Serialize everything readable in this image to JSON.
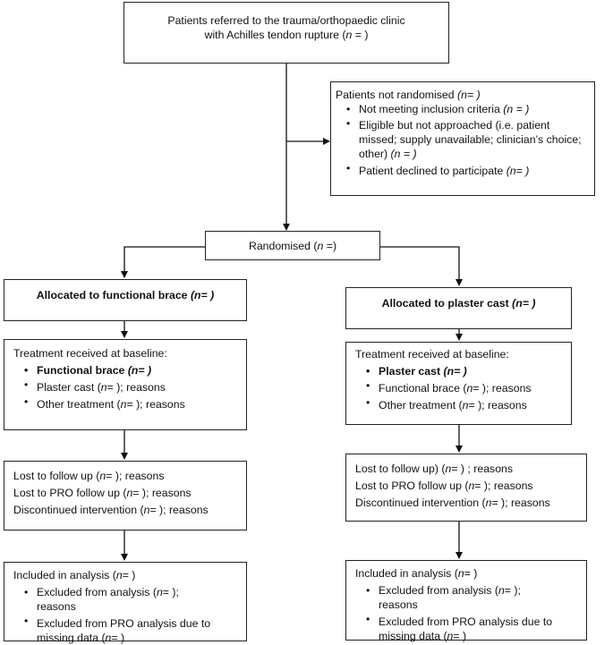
{
  "referred": {
    "line1": "Patients referred to the trauma/orthopaedic clinic",
    "line2_pre": "with Achilles tendon rupture (",
    "line2_n": "n",
    "line2_post": " = )"
  },
  "not_randomised": {
    "title_pre": "Patients not randomised ",
    "title_n": "(n= )",
    "items": [
      {
        "text": "Not meeting inclusion criteria ",
        "n": "(n = )"
      },
      {
        "text": "Eligible but not approached (i.e. patient missed; supply unavailable; clinician’s choice; other) ",
        "n": "(n = )"
      },
      {
        "text": "Patient declined to participate ",
        "n": "(n= )"
      }
    ]
  },
  "randomised": {
    "pre": "Randomised (",
    "n": "n",
    "post": " =)"
  },
  "left": {
    "allocated_pre": "Allocated to functional brace ",
    "allocated_n": "(n= )",
    "treatment_title": "Treatment received at baseline:",
    "treatment": [
      {
        "pre": "Functional brace ",
        "n": "(n= )",
        "post": ""
      },
      {
        "pre": "Plaster cast (",
        "n": "n",
        "post": "= ); reasons"
      },
      {
        "pre": "Other treatment (",
        "n": "n",
        "post": "= ); reasons"
      }
    ],
    "followup": [
      {
        "pre": "Lost to follow up (",
        "n": "n",
        "post": "= );  reasons"
      },
      {
        "pre": "Lost to PRO follow up (",
        "n": "n",
        "post": "= ); reasons"
      },
      {
        "pre": "Discontinued intervention (",
        "n": "n",
        "post": "= ); reasons"
      }
    ],
    "analysis_pre": "Included in analysis (",
    "analysis_n": "n",
    "analysis_post": "= )",
    "analysis_items": [
      {
        "pre": "Excluded from analysis (",
        "n": "n",
        "post": "= ); reasons"
      },
      {
        "pre": "Excluded from PRO analysis due to missing data (",
        "n": "n",
        "post": "= )"
      }
    ]
  },
  "right": {
    "allocated_pre": "Allocated to plaster cast ",
    "allocated_n": "(n= )",
    "treatment_title": "Treatment received at baseline:",
    "treatment": [
      {
        "pre": "Plaster cast ",
        "n": "(n= )",
        "post": ""
      },
      {
        "pre": "Functional brace (",
        "n": "n",
        "post": "= ); reasons"
      },
      {
        "pre": "Other treatment (",
        "n": "n",
        "post": "= ); reasons"
      }
    ],
    "followup": [
      {
        "pre": "Lost to follow up) (",
        "n": "n",
        "post": "= ) ;  reasons"
      },
      {
        "pre": "Lost to PRO follow up (",
        "n": "n",
        "post": "= ); reasons"
      },
      {
        "pre": "Discontinued intervention (",
        "n": "n",
        "post": "= ); reasons"
      }
    ],
    "analysis_pre": "Included in analysis (",
    "analysis_n": "n",
    "analysis_post": "= )",
    "analysis_items": [
      {
        "pre": "Excluded from analysis (",
        "n": "n",
        "post": "= ); reasons"
      },
      {
        "pre": "Excluded from PRO analysis due to missing data (",
        "n": "n",
        "post": "= )"
      }
    ]
  }
}
